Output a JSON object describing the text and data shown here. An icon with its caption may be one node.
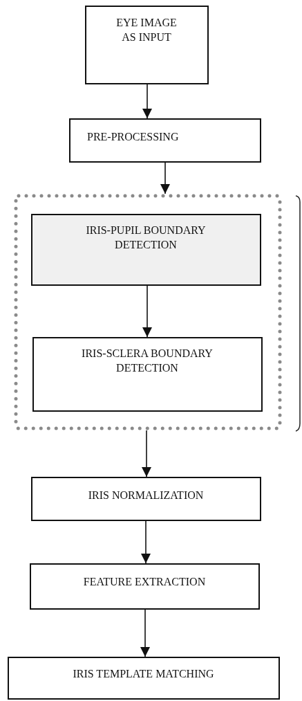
{
  "diagram": {
    "nodes": [
      {
        "text": [
          "EYE IMAGE AS INPUT"
        ]
      },
      {
        "text": [
          "PRE-PROCESSING"
        ]
      },
      {
        "text": [],
        "shape": "box"
      },
      {
        "text": [
          "IRIS-PUPIL BOUNDARY DETECTION"
        ],
        "in": 2
      },
      {
        "text": [
          "IRIS-SCLERA BOUNDARY DETECTION"
        ],
        "in": 2
      },
      {
        "text": [
          "IRIS NORMALIZATION"
        ]
      },
      {
        "text": [
          "FEATURE EXTRACTION"
        ]
      },
      {
        "text": [
          "IRIS TEMPLATE MATCHING"
        ]
      }
    ],
    "edges": [
      {
        "from": 0,
        "to": 1,
        "arrow": "to"
      },
      {
        "from": 1,
        "to": 2,
        "arrow": "to"
      },
      {
        "from": 3,
        "to": 4,
        "arrow": "to"
      },
      {
        "from": 2,
        "to": 5,
        "arrow": "to"
      },
      {
        "from": 5,
        "to": 6,
        "arrow": "to"
      },
      {
        "from": 6,
        "to": 7,
        "arrow": "to"
      }
    ]
  }
}
